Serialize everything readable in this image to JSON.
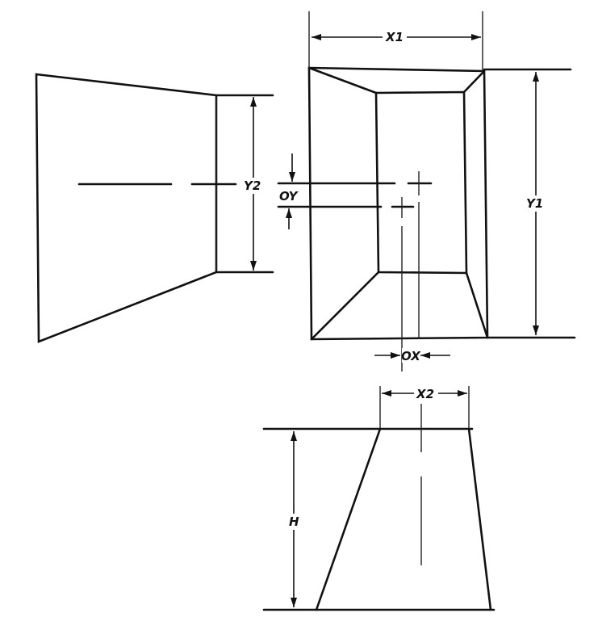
{
  "labels": {
    "x1": "X1",
    "x2": "X2",
    "y1": "Y1",
    "y2": "Y2",
    "oy": "OY",
    "ox": "OX",
    "h": "H"
  }
}
